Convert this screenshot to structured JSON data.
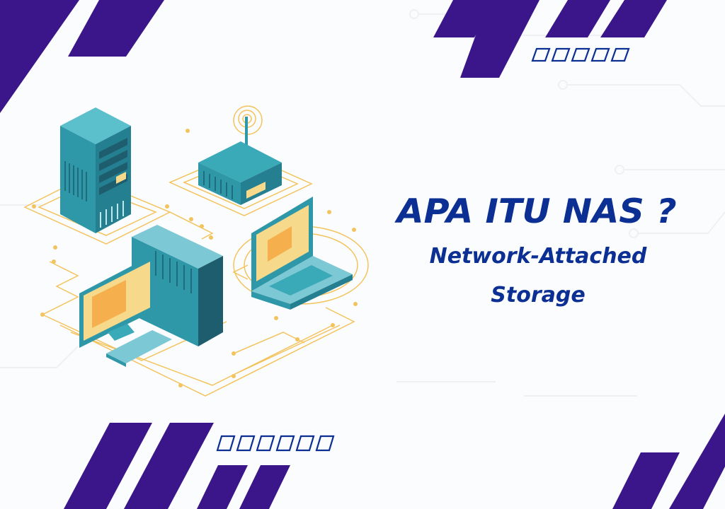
{
  "banner": {
    "title": "APA ITU NAS ?",
    "subtitle_line1": "Network-Attached",
    "subtitle_line2": "Storage"
  },
  "colors": {
    "stripe": "#3a168a",
    "text": "#0b2f93",
    "device": "#2f9fb0",
    "circuit": "#f3c35e",
    "screen": "#f6d98a"
  },
  "icons": [
    "server-icon",
    "router-icon",
    "desktop-computer-icon",
    "laptop-icon",
    "circuit-lines"
  ]
}
